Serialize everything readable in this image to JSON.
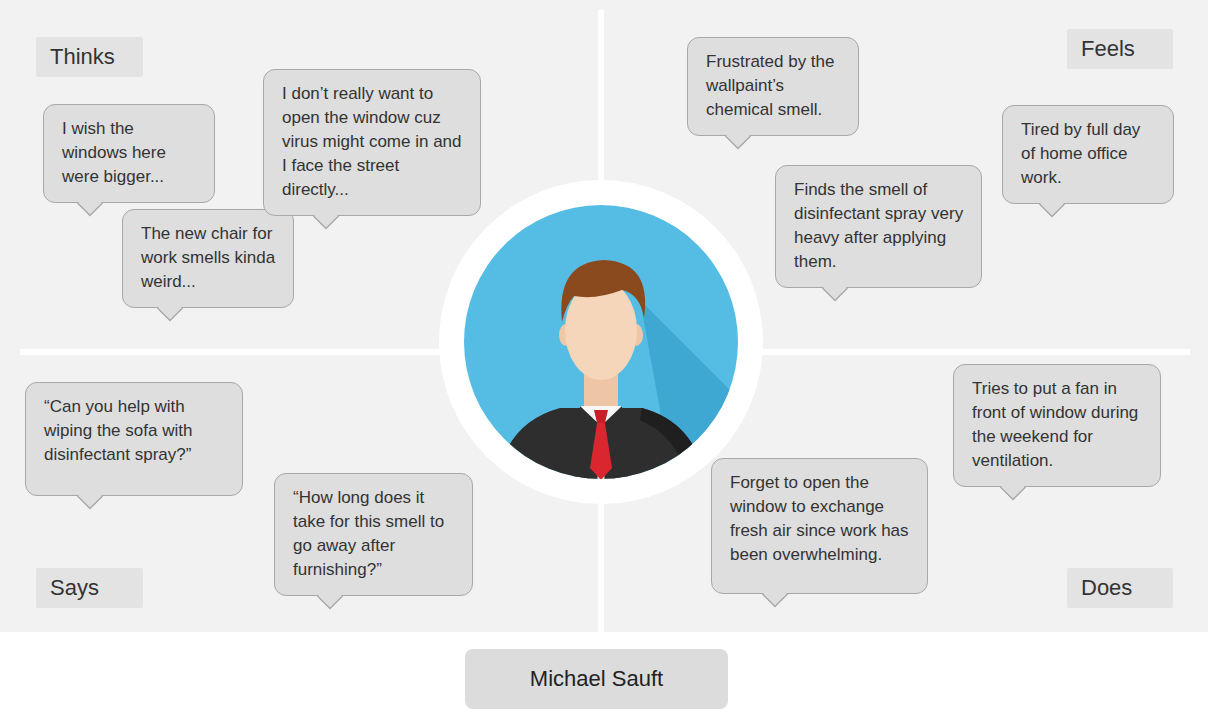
{
  "diagram": {
    "nodes": [
      {
        "text": [
          "Thinks"
        ]
      },
      {
        "text": [
          "I wish the windows here were bigger..."
        ]
      },
      {
        "text": [
          "The new chair for work smells kinda weird..."
        ]
      },
      {
        "text": [
          "I don’t really want to open the window cuz virus might come in and I face the street directly..."
        ]
      },
      {
        "text": [
          "Feels"
        ]
      },
      {
        "text": [
          "Frustrated by the wallpaint’s chemical smell."
        ]
      },
      {
        "text": [
          "Tired by full day of home office work."
        ]
      },
      {
        "text": [
          "Finds the smell of disinfectant spray very heavy after applying them."
        ]
      },
      {
        "text": [
          "Says"
        ]
      },
      {
        "text": [
          "“Can you help with wiping the sofa with disinfectant spray?”"
        ]
      },
      {
        "text": [
          "“How long does it take for this smell to go away after furnishing?”"
        ]
      },
      {
        "text": [
          "Does"
        ]
      },
      {
        "text": [
          "Tries to put a fan in front of window during the weekend for ventilation."
        ]
      },
      {
        "text": [
          "Forget to open the window to exchange fresh air since work has been overwhelming."
        ]
      },
      {
        "text": [
          "Michael Sauft"
        ]
      }
    ]
  }
}
